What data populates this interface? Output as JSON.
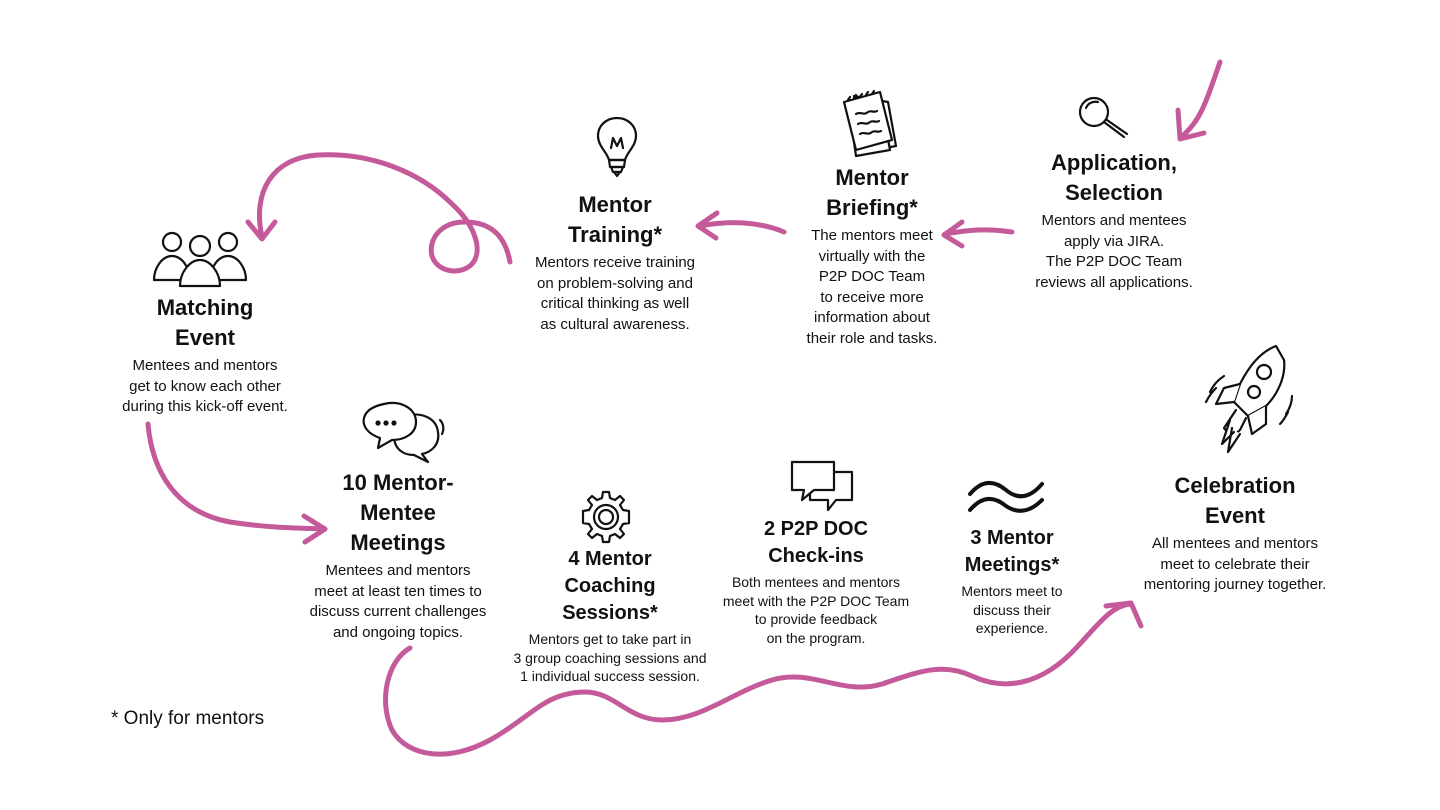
{
  "colors": {
    "accent": "#c45a9a",
    "ink": "#111111"
  },
  "steps": {
    "application": {
      "icon": "magnifier-icon",
      "title": "Application,\nSelection",
      "description": "Mentors and mentees\napply via JIRA.\nThe P2P DOC Team\nreviews all applications."
    },
    "briefing": {
      "icon": "notepad-icon",
      "title": "Mentor\nBriefing*",
      "description": "The mentors meet\nvirtually with the\nP2P DOC Team\nto receive more\ninformation about\ntheir role and tasks."
    },
    "training": {
      "icon": "lightbulb-icon",
      "title": "Mentor\nTraining*",
      "description": "Mentors receive training\non problem-solving and\ncritical thinking as well\nas cultural awareness."
    },
    "matching": {
      "icon": "people-group-icon",
      "title": "Matching\nEvent",
      "description": "Mentees and mentors\nget to know each other\nduring this kick-off event."
    },
    "meetings": {
      "icon": "speech-bubbles-icon",
      "title": "10 Mentor-\nMentee\nMeetings",
      "description": "Mentees and mentors\nmeet at least ten times to\ndiscuss current challenges\nand ongoing topics."
    },
    "coaching": {
      "icon": "gear-icon",
      "title": "4 Mentor\nCoaching\nSessions*",
      "description": "Mentors get to take part in\n3 group coaching sessions and\n1 individual success session."
    },
    "checkins": {
      "icon": "chat-bubbles-icon",
      "title": "2 P2P DOC\nCheck-ins",
      "description": "Both mentees and mentors\nmeet with the P2P DOC Team\nto provide feedback\non the program."
    },
    "mentor_meetings": {
      "icon": "waves-icon",
      "title": "3 Mentor\nMeetings*",
      "description": "Mentors meet to\ndiscuss their\nexperience."
    },
    "celebration": {
      "icon": "rocket-icon",
      "title": "Celebration\nEvent",
      "description": "All mentees and mentors\nmeet to celebrate their\nmentoring journey together."
    }
  },
  "footnote": "* Only for mentors"
}
